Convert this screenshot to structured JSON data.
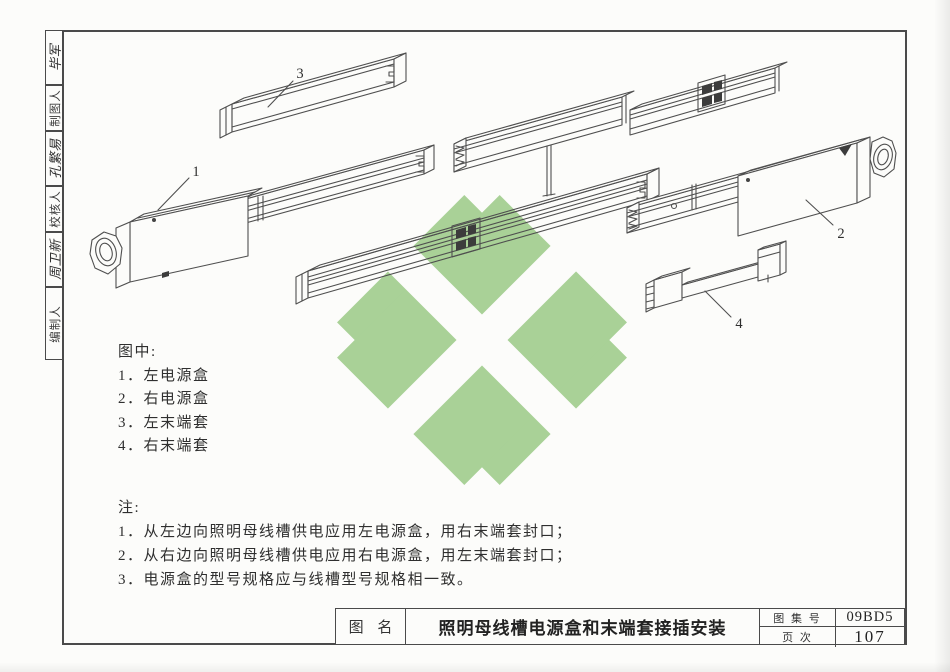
{
  "document": {
    "watermark_color": "#a9d197",
    "line_color": "#4f4f4f",
    "sheet_bg": "#fcfcfa"
  },
  "sidebar": {
    "cells": [
      {
        "text": "毕军"
      },
      {
        "text": "制图人"
      },
      {
        "text": "孔繁易"
      },
      {
        "text": "校核人"
      },
      {
        "text": "周卫新"
      },
      {
        "text": "编制人"
      }
    ]
  },
  "diagram": {
    "part_labels": {
      "p1": "1",
      "p2": "2",
      "p3": "3",
      "p4": "4"
    },
    "legend": {
      "title": "图中:",
      "items": [
        "1．左电源盒",
        "2．右电源盒",
        "3．左末端套",
        "4．右末端套"
      ]
    },
    "notes": {
      "title": "注:",
      "items": [
        "1．从左边向照明母线槽供电应用左电源盒，用右末端套封口；",
        "2．从右边向照明母线槽供电应用右电源盒，用左末端套封口；",
        "3．电源盒的型号规格应与线槽型号规格相一致。"
      ]
    }
  },
  "titleblock": {
    "name_label": "图 名",
    "drawing_title": "照明母线槽电源盒和末端套接插安装",
    "atlas_label": "图 集 号",
    "atlas_number": "09BD5",
    "page_label": "页 次",
    "page_number": "107"
  }
}
